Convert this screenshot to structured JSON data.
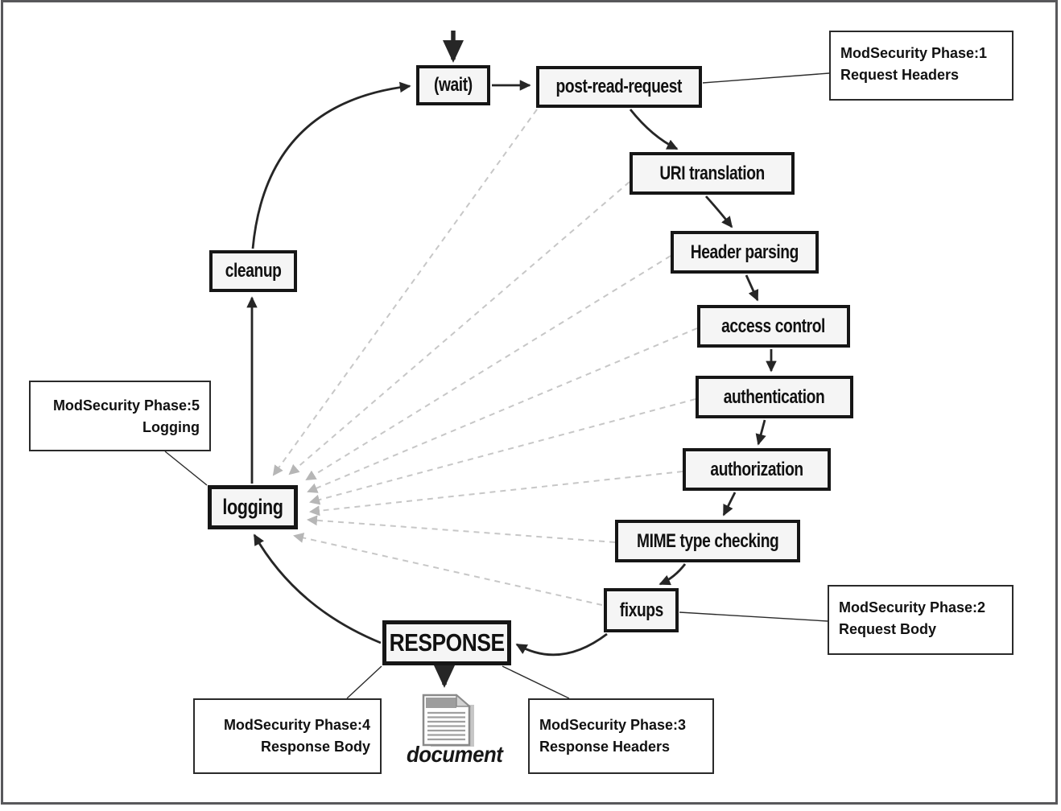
{
  "nodes": {
    "wait": "(wait)",
    "post_read_request": "post-read-request",
    "uri_translation": "URI translation",
    "header_parsing": "Header parsing",
    "access_control": "access control",
    "authentication": "authentication",
    "authorization": "authorization",
    "mime_type_checking": "MIME type checking",
    "fixups": "fixups",
    "response": "RESPONSE",
    "logging": "logging",
    "cleanup": "cleanup"
  },
  "callouts": {
    "phase1": {
      "line1": "ModSecurity Phase:1",
      "line2": "Request Headers"
    },
    "phase2": {
      "line1": "ModSecurity Phase:2",
      "line2": "Request Body"
    },
    "phase3": {
      "line1": "ModSecurity Phase:3",
      "line2": "Response Headers"
    },
    "phase4": {
      "line1": "ModSecurity Phase:4",
      "line2": "Response Body"
    },
    "phase5": {
      "line1": "ModSecurity Phase:5",
      "line2": "Logging"
    }
  },
  "document_label": "document",
  "icons": {
    "document_icon": "document-icon"
  },
  "colors": {
    "node_fill": "#f5f5f5",
    "node_border": "#161616",
    "callout_bg": "#ffffff",
    "callout_border": "#2a2a2a",
    "solid_arrow": "#262626",
    "thin_line": "#2b2b2b",
    "dashed_arrow": "#c7c7c7",
    "dashed_arrowhead": "#b6b6b6",
    "doc_gray": "#9d9d9d",
    "doc_shadow": "#c6c6c6",
    "frame": "#58585b",
    "text": "#111111"
  }
}
